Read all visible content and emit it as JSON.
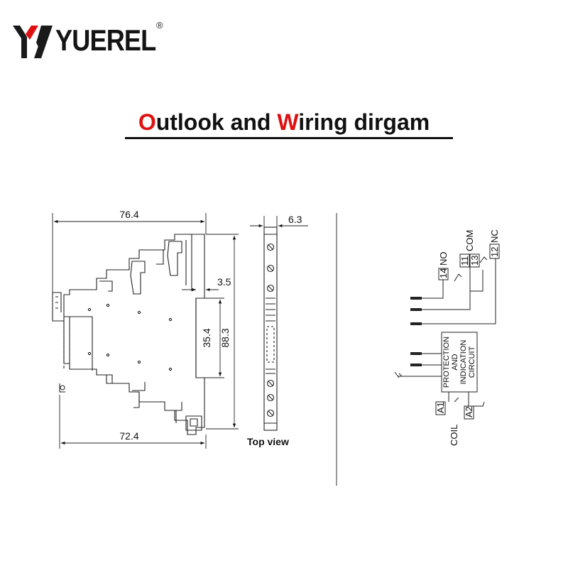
{
  "brand": {
    "name": "YUEREL",
    "registered": "®"
  },
  "title": {
    "first_letter": "O",
    "part1": "utlook and ",
    "second_letter": "W",
    "part2": "iring dirgam"
  },
  "colors": {
    "accent": "#e01010",
    "ink": "#111111"
  },
  "dimensions": {
    "width_top": "76.4",
    "width_bottom": "72.4",
    "height_total": "88.3",
    "height_inner": "35.4",
    "offset": "3.5",
    "thickness": "6.3"
  },
  "top_view_label": "Top view",
  "wiring": {
    "terminals": {
      "t14": "14",
      "no": "NO",
      "t11": "11",
      "t13": "13",
      "com": "COM",
      "t12": "12",
      "nc": "NC",
      "a1": "A1",
      "a2": "A2"
    },
    "coil_label": "COIL",
    "circuit_lines": [
      "PROTECTION",
      "AND",
      "INDICATION",
      "CIRCUIT"
    ]
  }
}
